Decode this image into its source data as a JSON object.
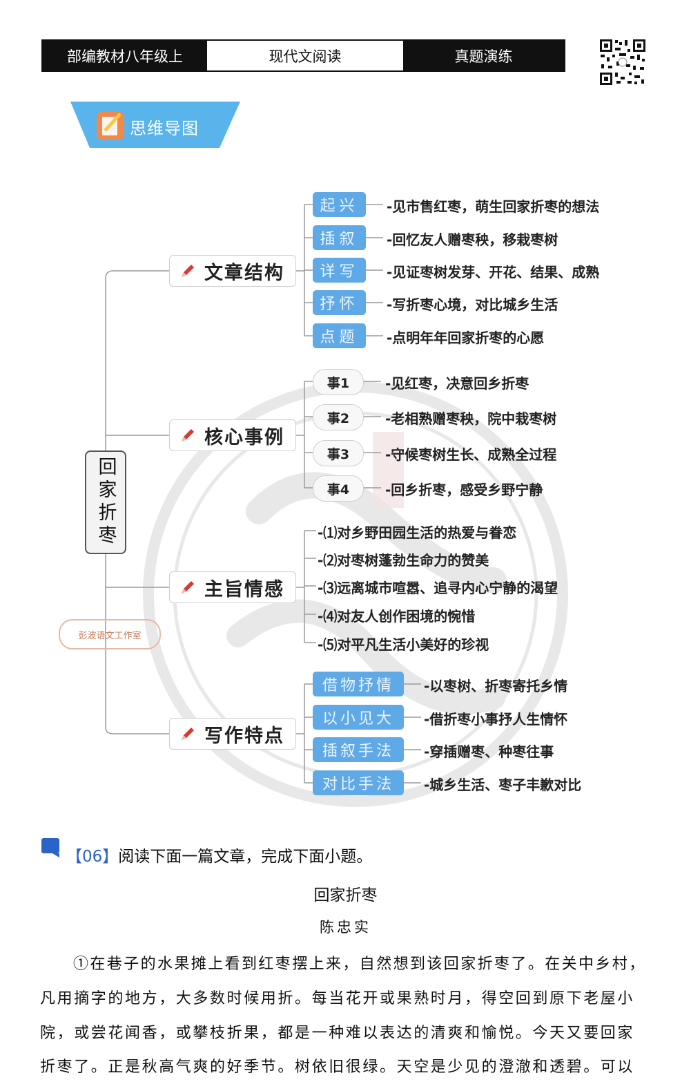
{
  "header": {
    "grade": "部编教材八年级上",
    "subject": "现代文阅读",
    "section": "真题演练"
  },
  "banner": {
    "title": "思维导图"
  },
  "mindmap": {
    "root": "回家折枣",
    "studio": "彭波语文工作室",
    "structure": {
      "title": "文章结构",
      "items": [
        {
          "tag": "起兴",
          "text": "-见市售红枣，萌生回家折枣的想法"
        },
        {
          "tag": "插叙",
          "text": "-回忆友人赠枣秧，移栽枣树"
        },
        {
          "tag": "详写",
          "text": "-见证枣树发芽、开花、结果、成熟"
        },
        {
          "tag": "抒怀",
          "text": "-写折枣心境，对比城乡生活"
        },
        {
          "tag": "点题",
          "text": "-点明年年回家折枣的心愿"
        }
      ]
    },
    "events": {
      "title": "核心事例",
      "items": [
        {
          "tag": "事1",
          "text": "-见红枣，决意回乡折枣"
        },
        {
          "tag": "事2",
          "text": "-老相熟赠枣秧，院中栽枣树"
        },
        {
          "tag": "事3",
          "text": "-守候枣树生长、成熟全过程"
        },
        {
          "tag": "事4",
          "text": "-回乡折枣，感受乡野宁静"
        }
      ]
    },
    "theme": {
      "title": "主旨情感",
      "items": [
        "-⑴对乡野田园生活的热爱与眷恋",
        "-⑵对枣树蓬勃生命力的赞美",
        "-⑶远离城市喧嚣、追寻内心宁静的渴望",
        "-⑷对友人创作困境的惋惜",
        "-⑸对平凡生活小美好的珍视"
      ]
    },
    "writing": {
      "title": "写作特点",
      "items": [
        {
          "tag": "借物抒情",
          "text": "-以枣树、折枣寄托乡情"
        },
        {
          "tag": "以小见大",
          "text": "-借折枣小事抒人生情怀"
        },
        {
          "tag": "插叙手法",
          "text": "-穿插赠枣、种枣往事"
        },
        {
          "tag": "对比手法",
          "text": "-城乡生活、枣子丰歉对比"
        }
      ]
    }
  },
  "question": {
    "number": "【06】",
    "prompt": "阅读下面一篇文章，完成下面小题。"
  },
  "article": {
    "title": "回家折枣",
    "author": "陈忠实",
    "lines": [
      "①在巷子的水果摊上看到红枣摆上来，自然想到该回家折枣了。在关中乡村，",
      "凡用摘字的地方，大多数时候用折。每当花开或果熟时月，得空回到原下老屋小",
      "院，或尝花闻香，或攀枝折果，都是一种难以表达的清爽和愉悦。今天又要回家",
      "折枣了。正是秋高气爽的好季节。树依旧很绿。天空是少见的澄澈和透碧。可以"
    ]
  },
  "colors": {
    "tag_blue": "#5fa9e6",
    "header_black": "#111111",
    "accent_blue": "#2a64c8"
  }
}
